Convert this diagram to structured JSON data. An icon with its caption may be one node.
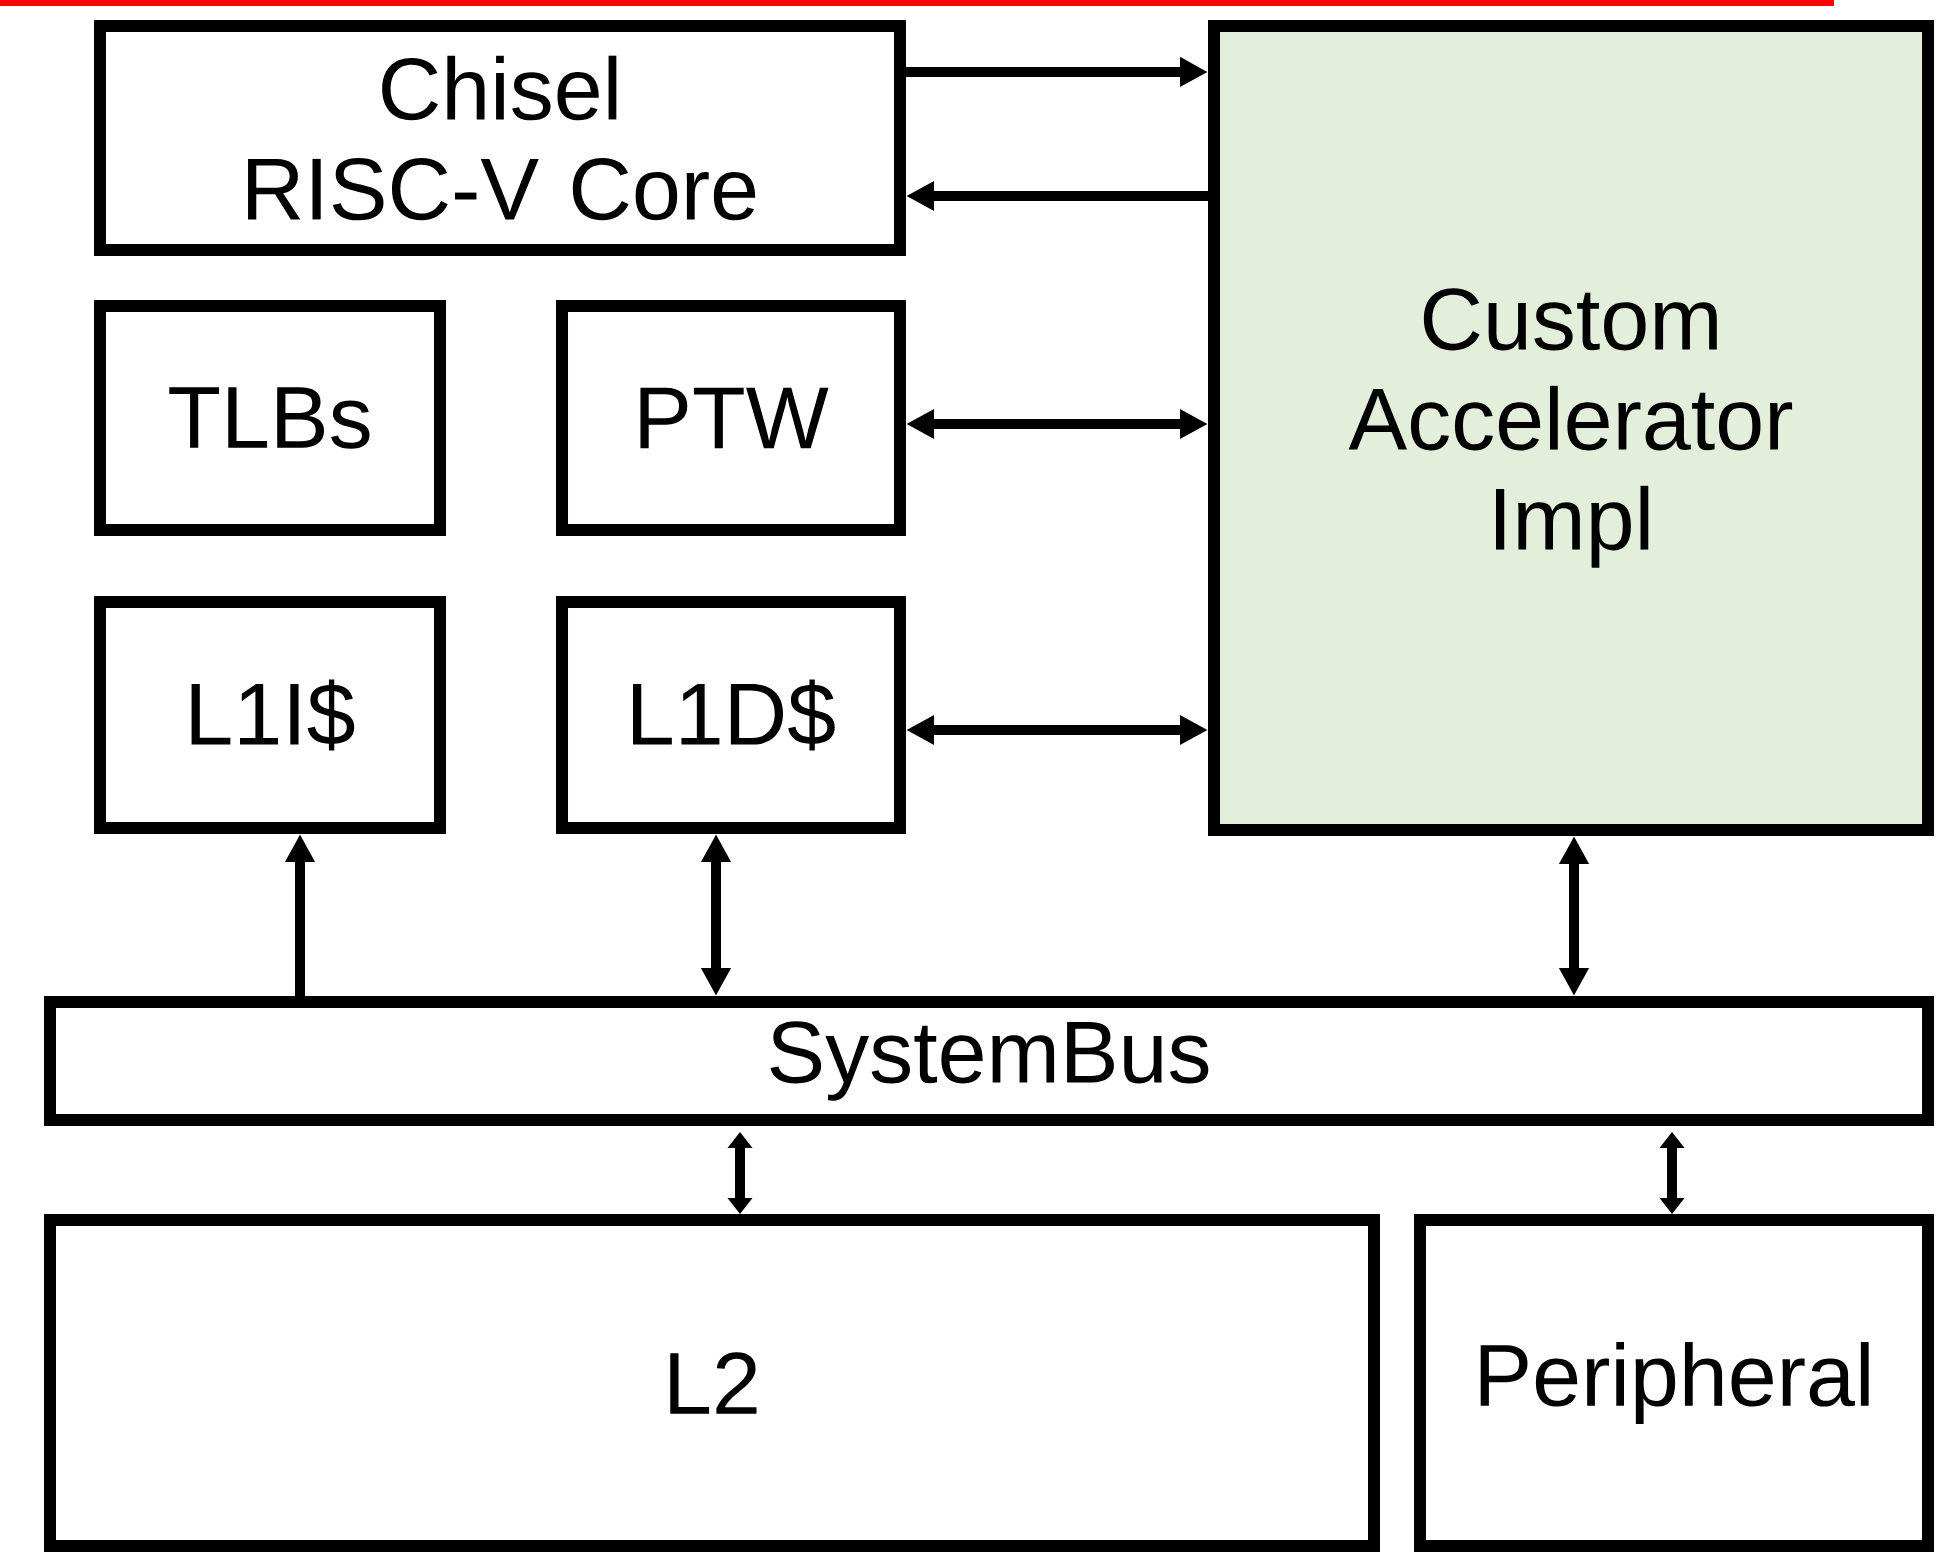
{
  "diagram": {
    "nodes": [
      {
        "text": [
          "Chisel RISC-V Core"
        ]
      },
      {
        "text": [
          "TLBs"
        ]
      },
      {
        "text": [
          "PTW"
        ]
      },
      {
        "text": [
          "L1I$"
        ]
      },
      {
        "text": [
          "L1D$"
        ]
      },
      {
        "text": [
          "Custom Accelerator Impl"
        ]
      },
      {
        "text": [
          "SystemBus"
        ]
      },
      {
        "text": [
          "L2"
        ]
      },
      {
        "text": [
          "Peripheral"
        ]
      }
    ],
    "edges": [
      {
        "from": 0,
        "to": 5,
        "arrow": "to"
      },
      {
        "from": 5,
        "to": 0,
        "arrow": "to"
      },
      {
        "from": 2,
        "to": 5,
        "arrow": "both"
      },
      {
        "from": 4,
        "to": 5,
        "arrow": "both"
      },
      {
        "from": 6,
        "to": 3,
        "arrow": "to"
      },
      {
        "from": 4,
        "to": 6,
        "arrow": "both"
      },
      {
        "from": 5,
        "to": 6,
        "arrow": "both"
      },
      {
        "from": 6,
        "to": 7,
        "arrow": "both"
      },
      {
        "from": 6,
        "to": 8,
        "arrow": "both"
      }
    ]
  }
}
